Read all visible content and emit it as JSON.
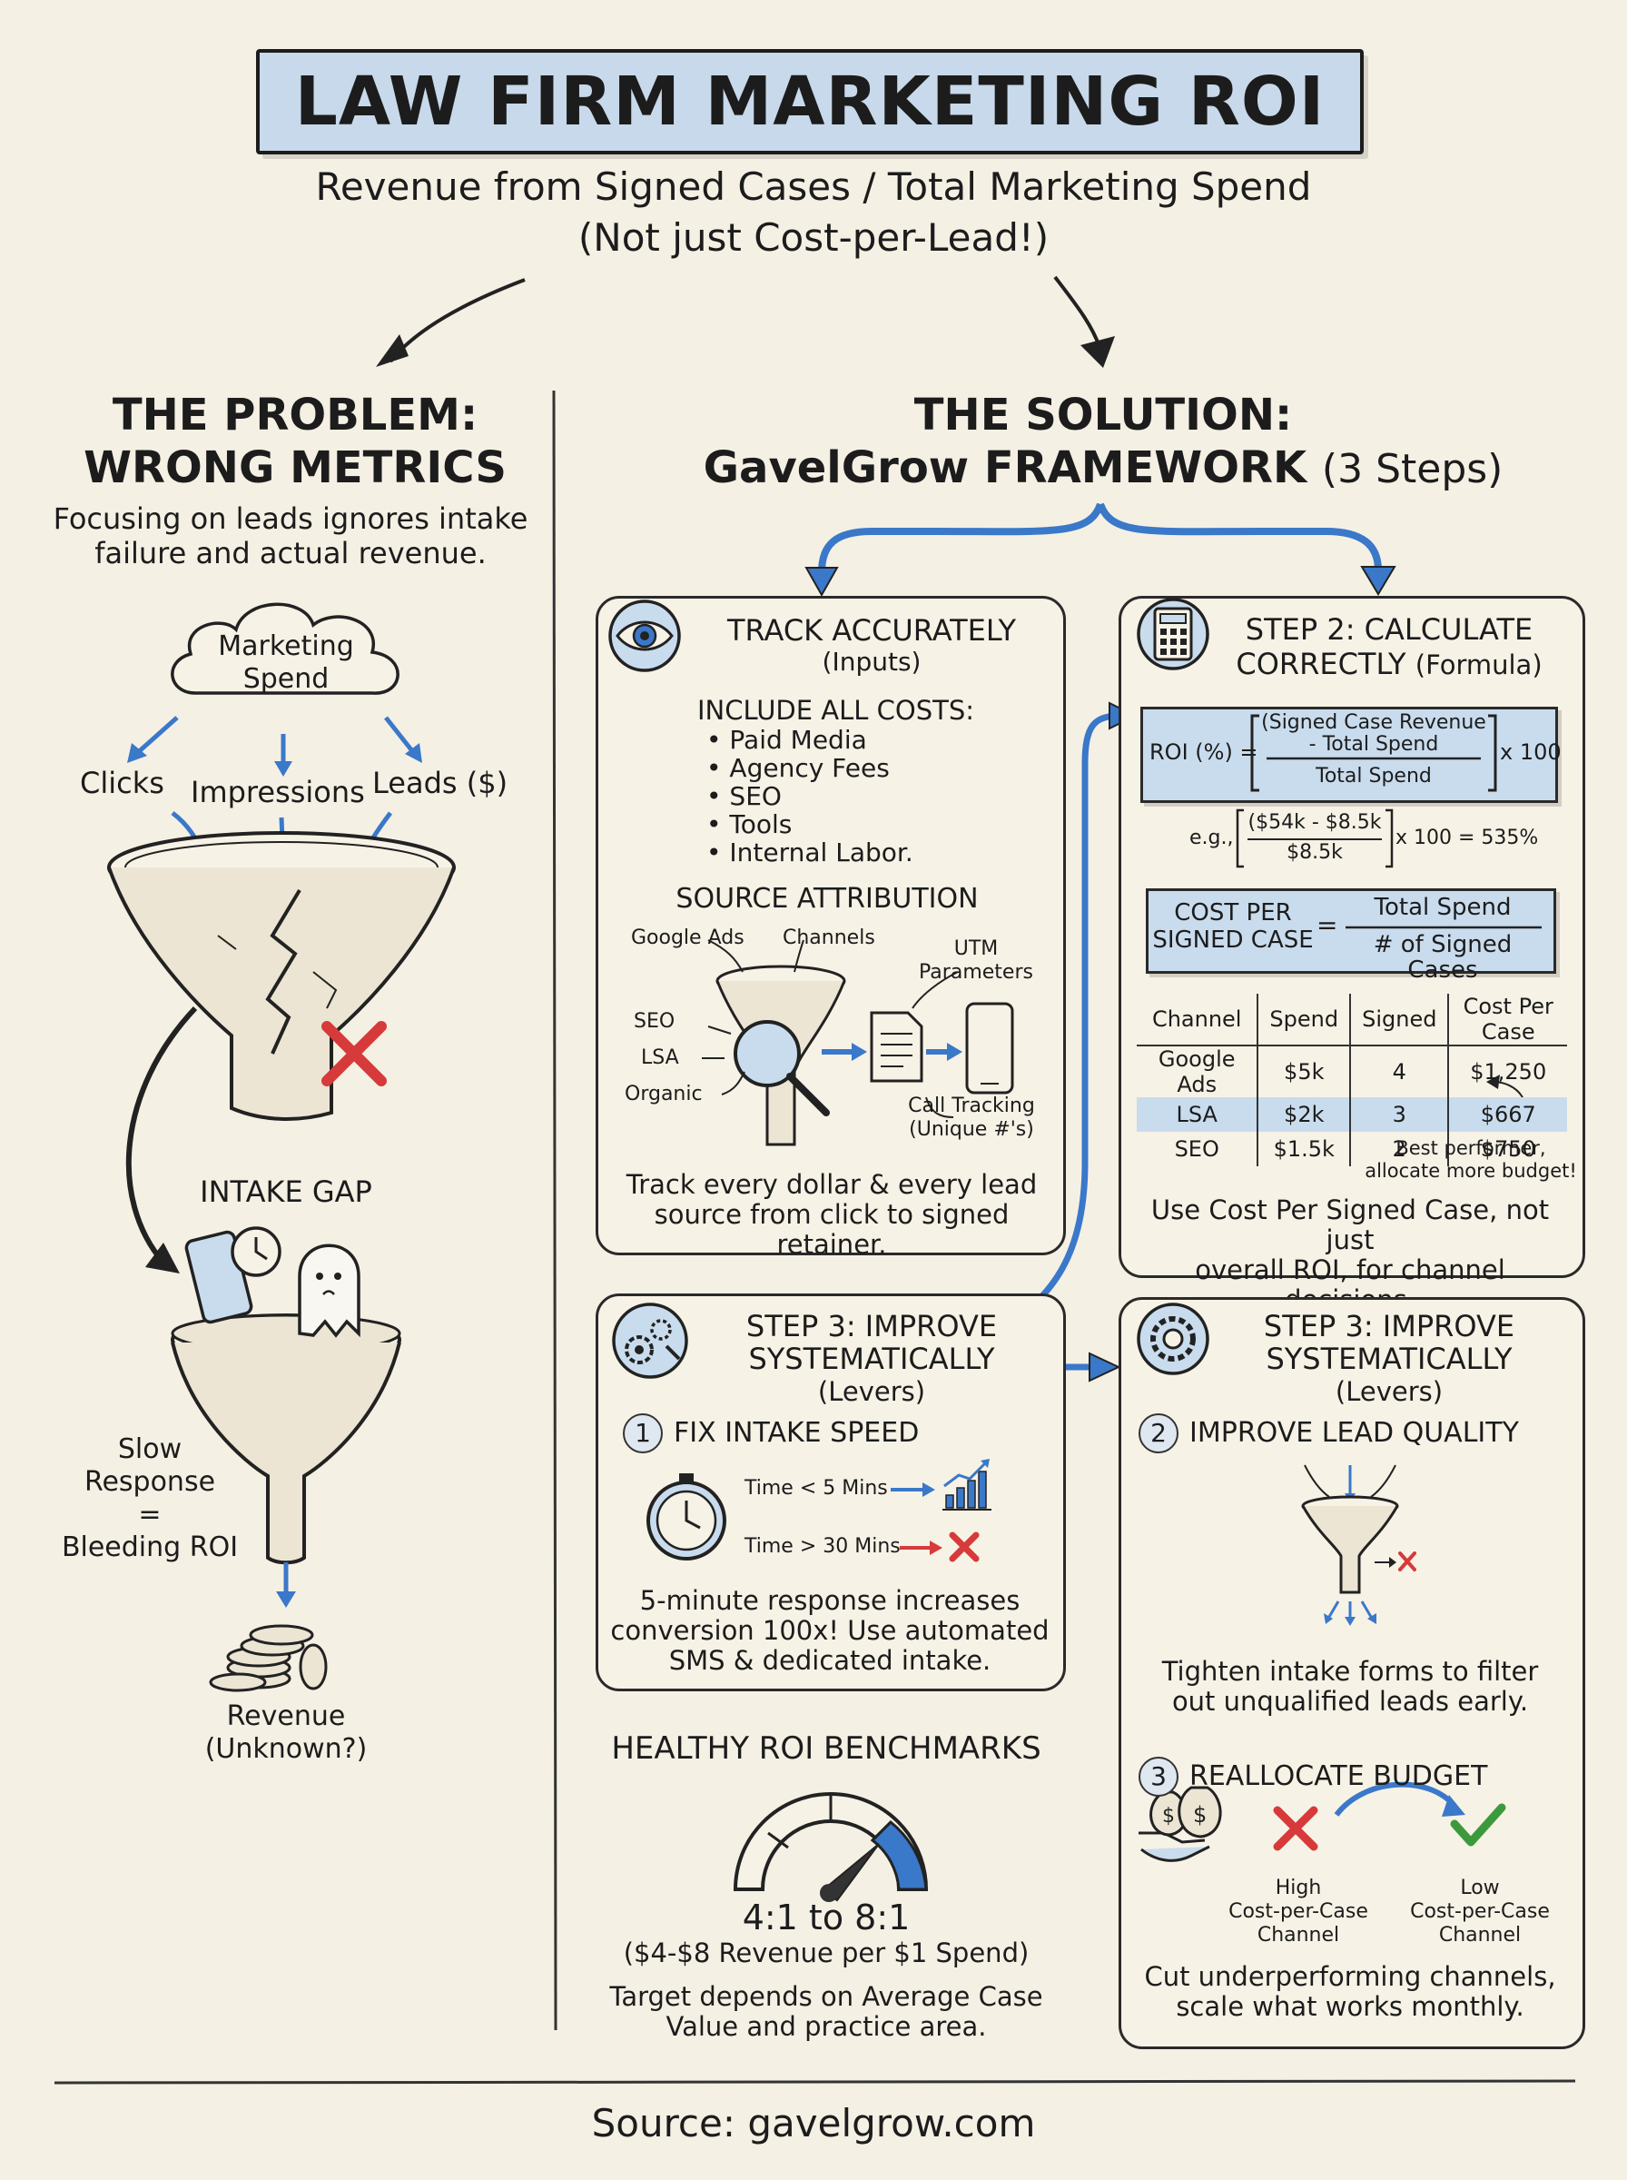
{
  "header": {
    "title": "LAW FIRM MARKETING ROI",
    "subtitle_line1": "Revenue from Signed Cases / Total Marketing Spend",
    "subtitle_line2": "(Not just Cost-per-Lead!)"
  },
  "problem": {
    "heading_line1": "THE PROBLEM:",
    "heading_line2": "WRONG METRICS",
    "desc_line1": "Focusing on leads ignores intake",
    "desc_line2": "failure and actual revenue.",
    "cloud_line1": "Marketing",
    "cloud_line2": "Spend",
    "clicks": "Clicks",
    "impressions": "Impressions",
    "leads": "Leads ($)",
    "intake_gap": "INTAKE GAP",
    "slow_line1": "Slow",
    "slow_line2": "Response",
    "slow_line3": "=",
    "slow_line4": "Bleeding ROI",
    "revenue_line1": "Revenue",
    "revenue_line2": "(Unknown?)"
  },
  "solution": {
    "heading_line1": "THE SOLUTION:",
    "heading_line2": "GavelGrow FRAMEWORK",
    "heading_steps": "(3 Steps)"
  },
  "track": {
    "title": "TRACK ACCURATELY",
    "subtitle": "(Inputs)",
    "costs_heading": "INCLUDE ALL COSTS:",
    "costs": [
      "• Paid Media",
      "• Agency Fees",
      "• SEO",
      "• Tools",
      "• Internal Labor."
    ],
    "attribution_heading": "SOURCE ATTRIBUTION",
    "google_ads": "Google Ads",
    "channels": "Channels",
    "utm_line1": "UTM",
    "utm_line2": "Parameters",
    "seo": "SEO",
    "lsa": "LSA",
    "organic": "Organic",
    "call_line1": "Call Tracking",
    "call_line2": "(Unique #'s)",
    "footer_line1": "Track every dollar & every lead",
    "footer_line2": "source from click to signed retainer."
  },
  "calculate": {
    "title_line1": "STEP 2: CALCULATE",
    "title_line2": "CORRECTLY",
    "title_suffix": "(Formula)",
    "roi_label": "ROI (%) =",
    "roi_num_line1": "(Signed Case Revenue",
    "roi_num_line2": "- Total Spend",
    "roi_den": "Total Spend",
    "roi_mult": "x 100",
    "eg_label": "e.g.,",
    "eg_num": "($54k - $8.5k",
    "eg_den": "$8.5k",
    "eg_result": "x 100 = 535%",
    "cpsc_line1": "COST PER",
    "cpsc_line2": "SIGNED CASE",
    "cpsc_eq": "=",
    "cpsc_num": "Total Spend",
    "cpsc_den": "# of Signed Cases",
    "table_headers": [
      "Channel",
      "Spend",
      "Signed",
      "Cost Per Case"
    ],
    "table_rows": [
      [
        "Google Ads",
        "$5k",
        "4",
        "$1,250"
      ],
      [
        "LSA",
        "$2k",
        "3",
        "$667"
      ],
      [
        "SEO",
        "$1.5k",
        "2",
        "$750"
      ]
    ],
    "best_line1": "Best performer,",
    "best_line2": "allocate more budget!",
    "footer_line1": "Use Cost Per Signed Case, not just",
    "footer_line2": "overall ROI, for channel decisions."
  },
  "improve_left": {
    "title_line1": "STEP 3: IMPROVE",
    "title_line2": "SYSTEMATICALLY",
    "subtitle": "(Levers)",
    "lever_num": "1",
    "lever_label": "FIX INTAKE SPEED",
    "fast": "Time < 5 Mins",
    "slow": "Time > 30 Mins",
    "footer_line1": "5-minute response increases",
    "footer_line2": "conversion 100x! Use automated",
    "footer_line3": "SMS & dedicated intake."
  },
  "improve_right": {
    "title_line1": "STEP 3: IMPROVE",
    "title_line2": "SYSTEMATICALLY",
    "subtitle": "(Levers)",
    "lever2_num": "2",
    "lever2_label": "IMPROVE LEAD QUALITY",
    "lever2_line1": "Tighten intake forms to filter",
    "lever2_line2": "out unqualified leads early.",
    "lever3_num": "3",
    "lever3_label": "REALLOCATE BUDGET",
    "high_line1": "High",
    "high_line2": "Cost-per-Case",
    "high_line3": "Channel",
    "low_line1": "Low",
    "low_line2": "Cost-per-Case",
    "low_line3": "Channel",
    "footer_line1": "Cut underperforming channels,",
    "footer_line2": "scale what works monthly."
  },
  "benchmarks": {
    "title": "HEALTHY ROI BENCHMARKS",
    "ratio": "4:1 to 8:1",
    "revenue": "($4-$8 Revenue per $1 Spend)",
    "note_line1": "Target depends on Average Case",
    "note_line2": "Value and practice area."
  },
  "footer": {
    "source": "Source: gavelgrow.com"
  },
  "colors": {
    "accent_blue": "#3a78c9",
    "light_blue": "#c9dcee",
    "red_x": "#d63a3a",
    "green_check": "#3c9a3c",
    "paper": "#f5f0e4"
  }
}
